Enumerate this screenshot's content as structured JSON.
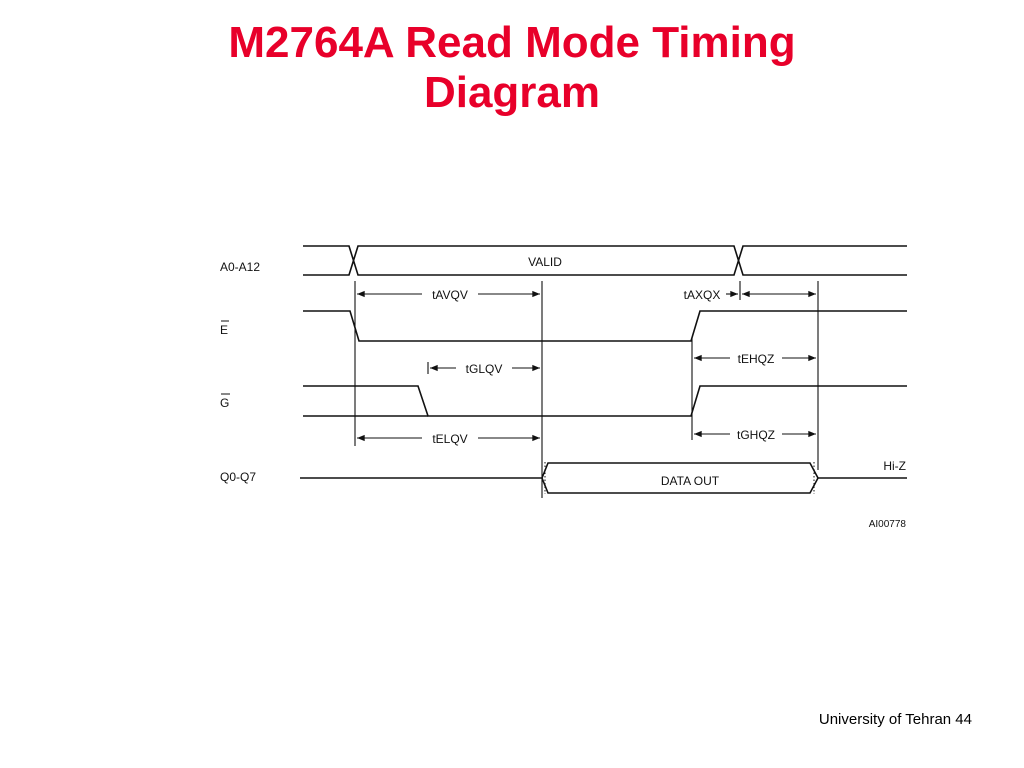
{
  "slide": {
    "title_line1": "M2764A Read Mode Timing",
    "title_line2": "Diagram",
    "title_color": "#e8002a",
    "footer": "University of Tehran 44"
  },
  "diagram": {
    "signals": [
      "A0-A12",
      "E",
      "G",
      "Q0-Q7"
    ],
    "bus_labels": {
      "address": "VALID",
      "data": "DATA OUT",
      "high_impedance": "Hi-Z"
    },
    "timings": {
      "address_to_output": "tAVQV",
      "address_hold": "tAXQX",
      "enable_to_output": "tELQV",
      "output_enable_to_output": "tGLQV",
      "enable_high_to_hiz": "tEHQZ",
      "output_enable_high_to_hiz": "tGHQZ"
    },
    "figure_ref": "AI00778"
  }
}
